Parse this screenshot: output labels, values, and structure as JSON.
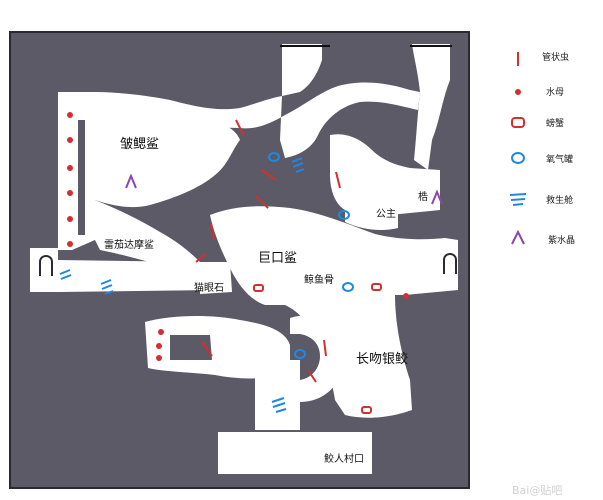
{
  "colors": {
    "rock": "#5b5a66",
    "frame": "#2b2a33",
    "tunnel": "#ffffff",
    "tube_worm": "#d32f2f",
    "jellyfish": "#d32f2f",
    "crab": "#d32f2f",
    "oxygen": "#1e88e5",
    "lifeboat": "#1e88e5",
    "amethyst": "#8e44ad"
  },
  "legend": [
    {
      "icon": "tube-worm-icon",
      "label": "管状虫"
    },
    {
      "icon": "jellyfish-icon",
      "label": "水母"
    },
    {
      "icon": "crab-icon",
      "label": "螃蟹"
    },
    {
      "icon": "oxygen-tank-icon",
      "label": "氧气罐"
    },
    {
      "icon": "lifeboat-icon",
      "label": "救生舱"
    },
    {
      "icon": "amethyst-icon",
      "label": "紫水晶"
    }
  ],
  "regions": {
    "frilled_shark": "皱鳃鲨",
    "cigar_shark": "雷茄达摩鲨",
    "megamouth": "巨口鲨",
    "cats_eye_stone": "猫眼石",
    "whale_bone": "鲸鱼骨",
    "princess": "公主",
    "gob": "梏",
    "longnose_chimaera": "长吻银鲛",
    "shark_village_entrance": "鲛人村口"
  },
  "watermark": "Bai@贴吧"
}
